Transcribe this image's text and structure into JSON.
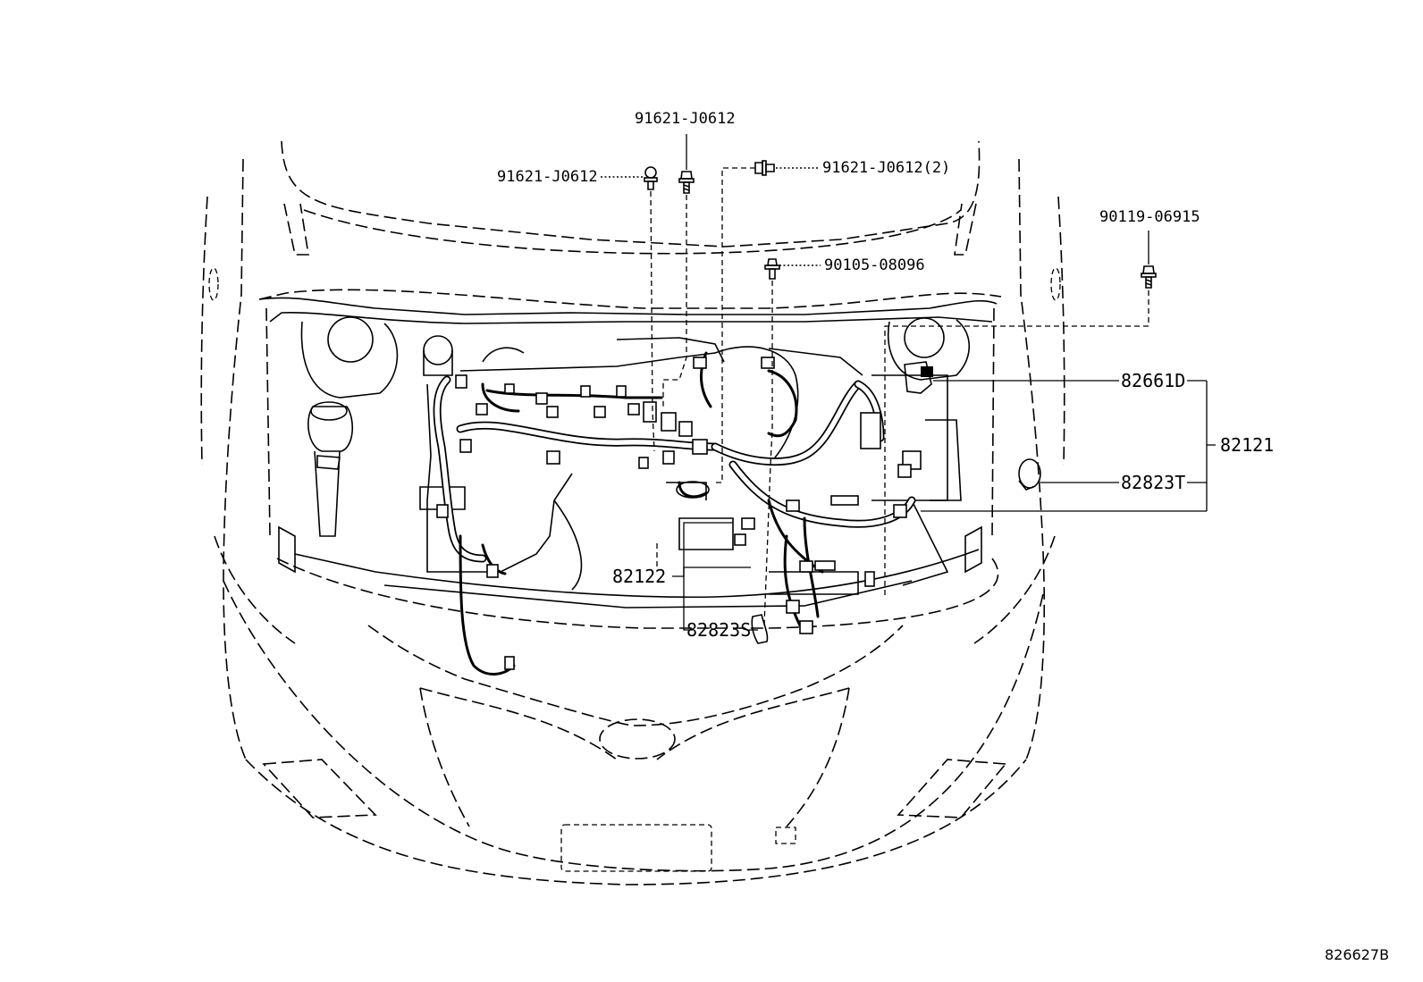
{
  "labels": {
    "bolt_top": "91621-J0612",
    "bolt_left": "91621-J0612",
    "bolt_right": "91621-J0612(2)",
    "bolt_mid": "90105-08096",
    "bolt_far_right": "90119-06915",
    "part_82661D": "82661D",
    "part_82121": "82121",
    "part_82823T": "82823T",
    "part_82122": "82122",
    "part_82823S": "82823S"
  },
  "diagram_code": "826627B"
}
